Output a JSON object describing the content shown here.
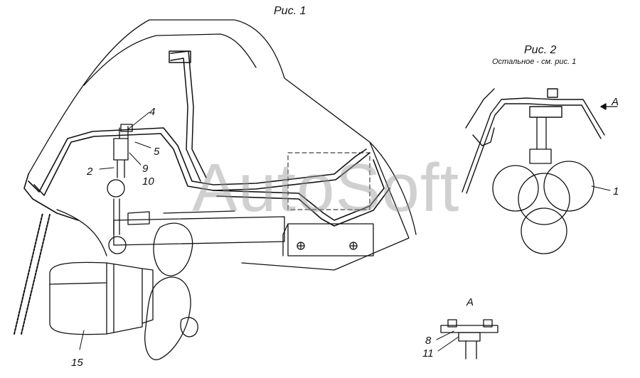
{
  "figure_1": {
    "caption": "Рис. 1",
    "callouts": [
      "4",
      "5",
      "9",
      "10",
      "2",
      "15"
    ]
  },
  "figure_2": {
    "caption": "Рис. 2",
    "note": "Остальное - см. рис. 1",
    "callouts": [
      "1"
    ],
    "view_arrow_label": "A"
  },
  "view_a": {
    "title": "A",
    "callouts": [
      "8",
      "11"
    ]
  },
  "watermark": "AutoSoft"
}
